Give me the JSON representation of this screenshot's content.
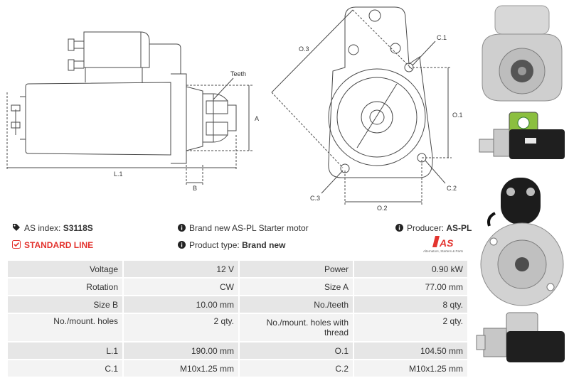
{
  "drawing_labels": {
    "teeth": "Teeth",
    "a": "A",
    "b": "B",
    "l1": "L.1",
    "o3": "O.3",
    "c1": "C.1",
    "o1": "O.1",
    "c3": "C.3",
    "c2": "C.2",
    "o2": "O.2"
  },
  "info": {
    "as_index_label": "AS index:",
    "as_index_value": "S3118S",
    "standard_line": "STANDARD LINE",
    "brand_new_text": "Brand new AS-PL Starter motor",
    "product_type_label": "Product type:",
    "product_type_value": "Brand new",
    "producer_label": "Producer:",
    "producer_value": "AS-PL",
    "logo_text": "AS",
    "logo_tagline": "Alternators, Starters & Parts"
  },
  "specs": [
    [
      "Voltage",
      "12 V",
      "Power",
      "0.90 kW"
    ],
    [
      "Rotation",
      "CW",
      "Size A",
      "77.00 mm"
    ],
    [
      "Size B",
      "10.00 mm",
      "No./teeth",
      "8 qty."
    ],
    [
      "No./mount. holes",
      "2 qty.",
      "No./mount. holes with thread",
      "2 qty."
    ],
    [
      "L.1",
      "190.00 mm",
      "O.1",
      "104.50 mm"
    ],
    [
      "C.1",
      "M10x1.25 mm",
      "C.2",
      "M10x1.25 mm"
    ]
  ],
  "colors": {
    "line": "#4a4a4a",
    "accent_red": "#e3342f",
    "row_dark": "#e6e6e6",
    "row_light": "#f3f3f3"
  },
  "icons": [
    "tag-icon",
    "check-square-icon",
    "info-icon"
  ]
}
